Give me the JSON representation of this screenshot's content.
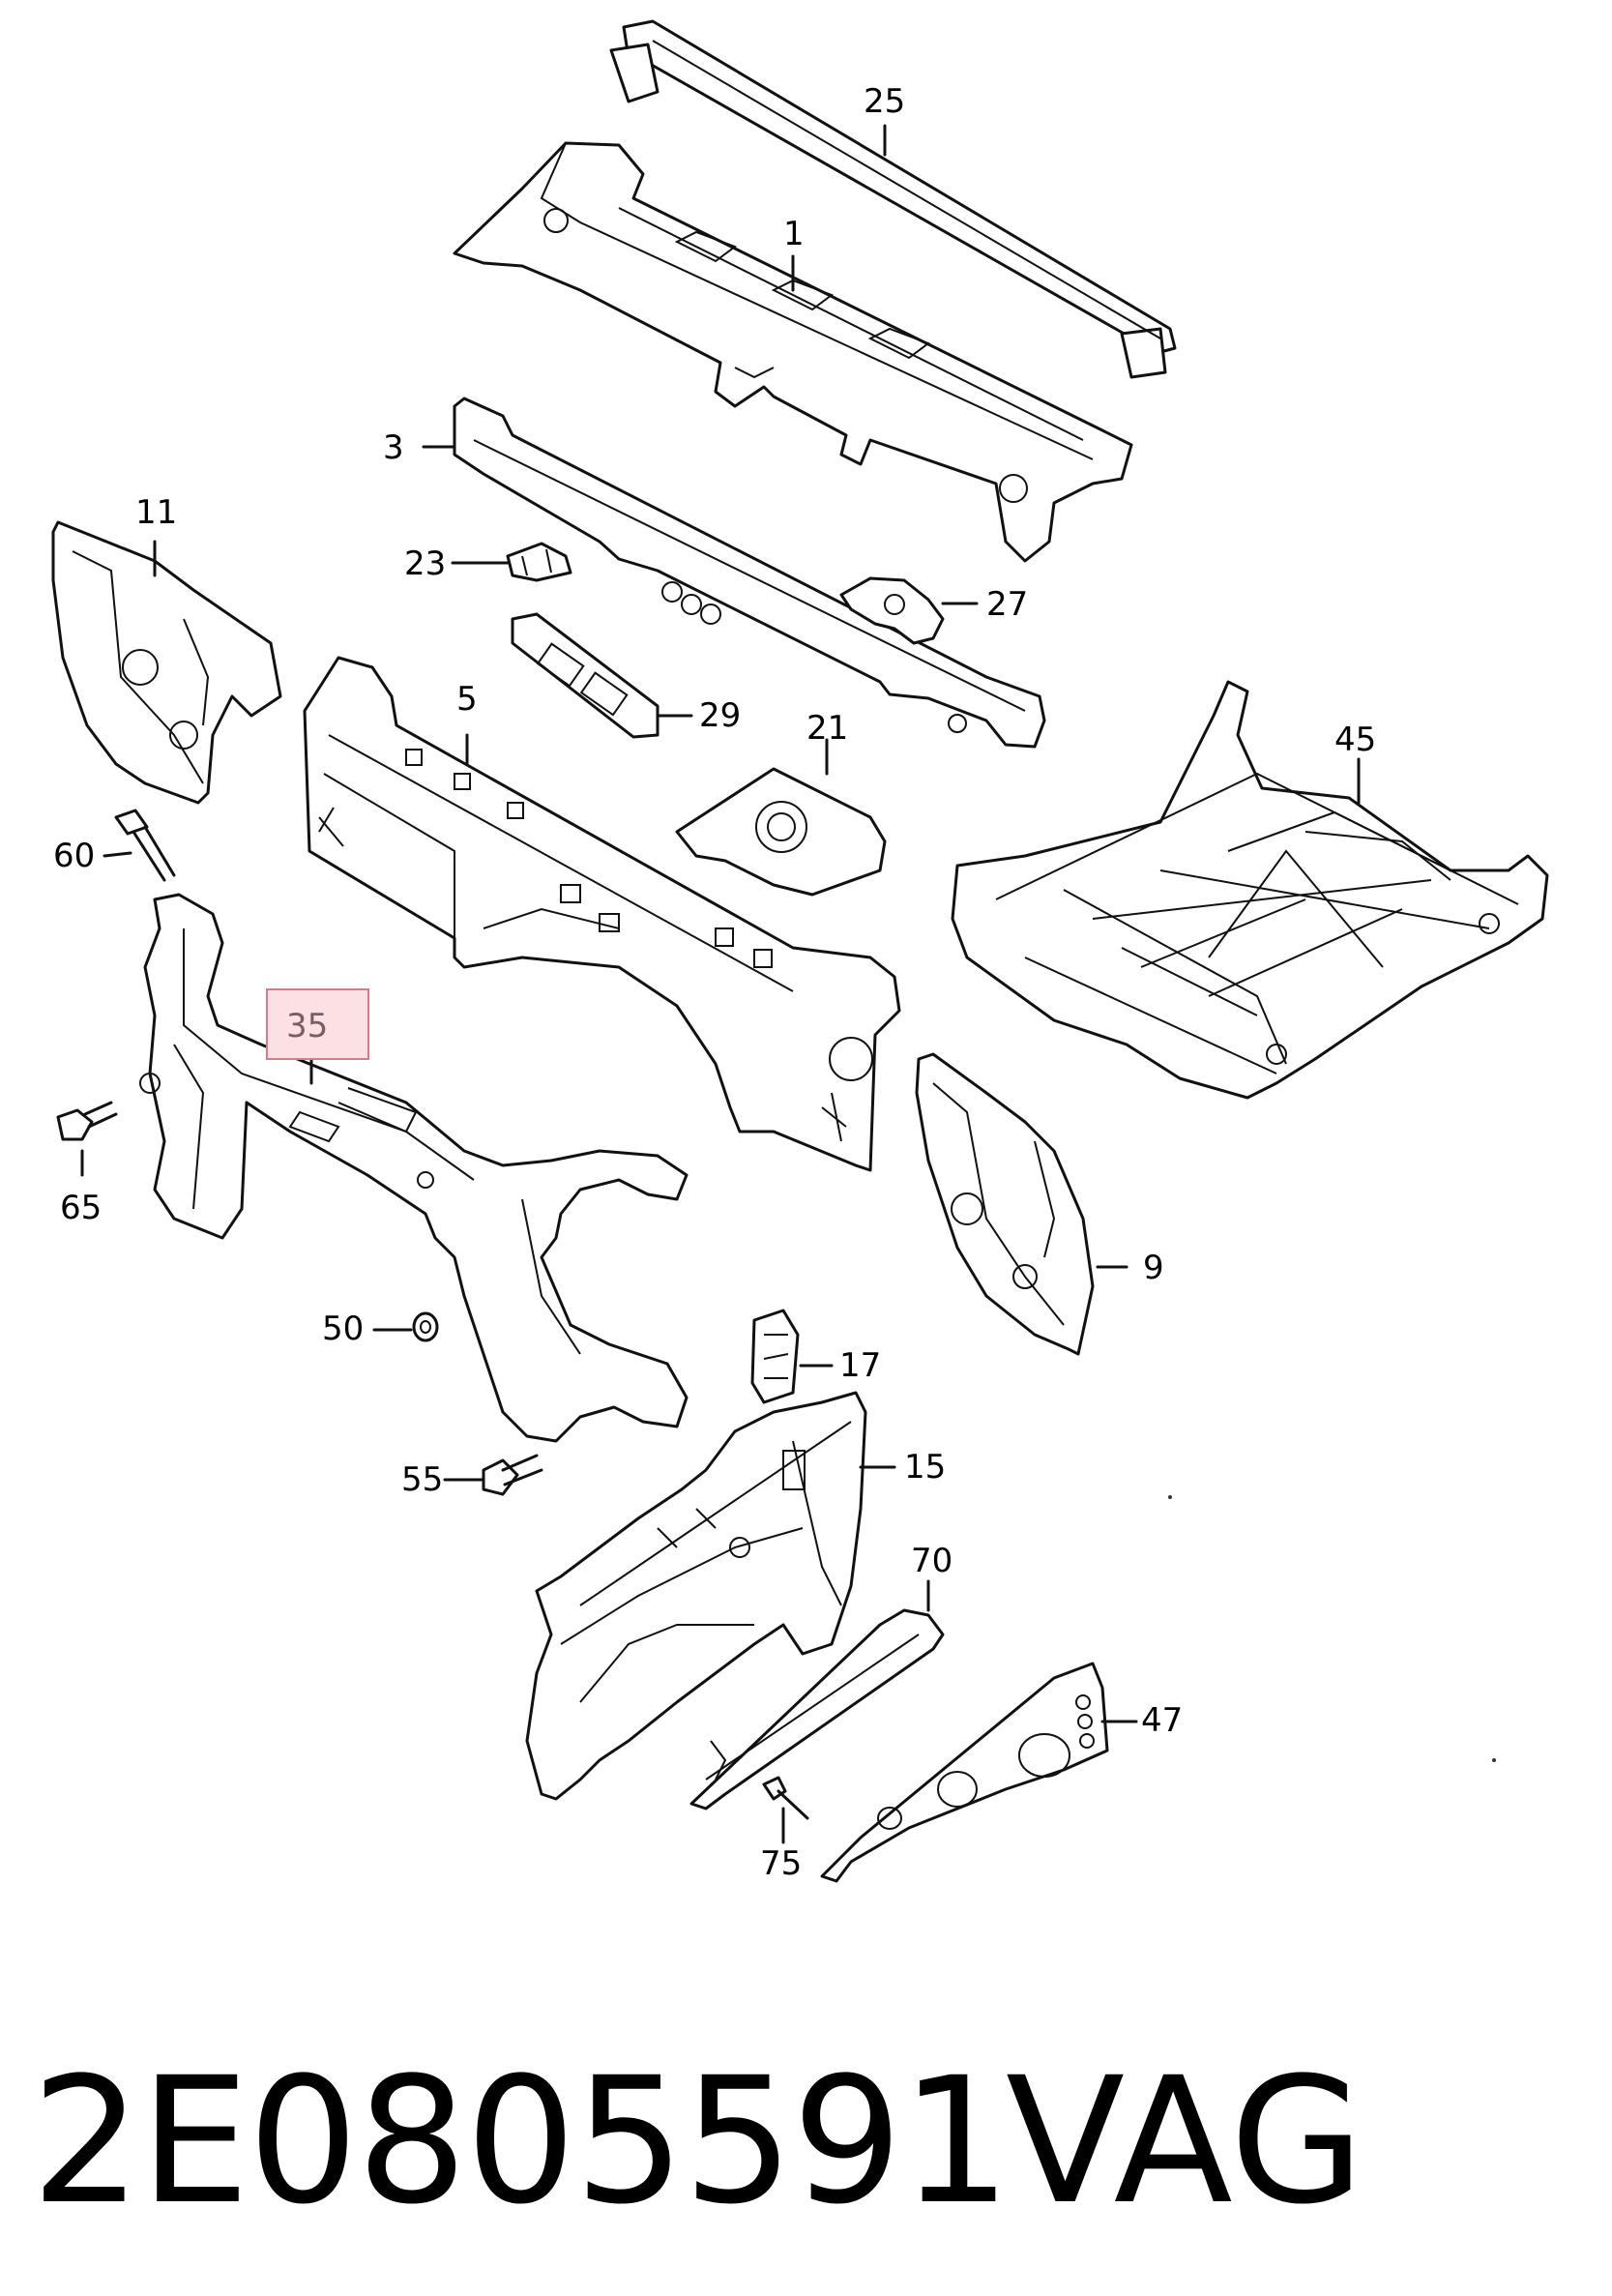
{
  "diagram": {
    "highlighted_label": "35",
    "labels": [
      "25",
      "1",
      "3",
      "11",
      "23",
      "27",
      "5",
      "29",
      "21",
      "45",
      "60",
      "65",
      "9",
      "50",
      "17",
      "15",
      "55",
      "70",
      "47",
      "75"
    ]
  },
  "footer": {
    "part_number": "2E0805591",
    "brand": "VAG"
  },
  "colors": {
    "highlight_fill": "#fbe0e4",
    "highlight_border": "#d77b88"
  }
}
